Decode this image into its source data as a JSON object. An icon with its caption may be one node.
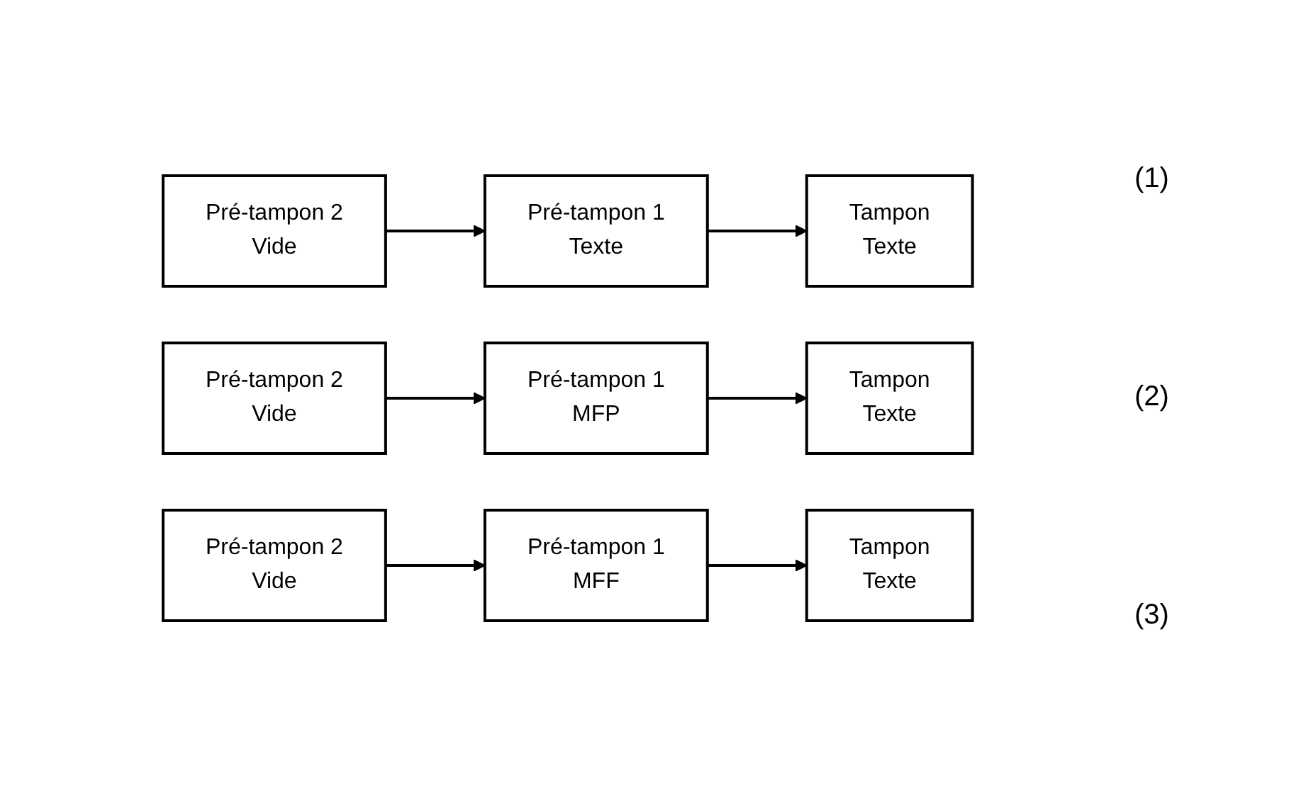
{
  "diagram": {
    "nodes": [
      {
        "text": [
          "Pré-tampon 2",
          "Vide"
        ]
      },
      {
        "text": [
          "Pré-tampon 1",
          "Texte"
        ]
      },
      {
        "text": [
          "Tampon",
          "Texte"
        ]
      },
      {
        "text": [
          "Pré-tampon 2",
          "Vide"
        ]
      },
      {
        "text": [
          "Pré-tampon 1",
          "MFP"
        ]
      },
      {
        "text": [
          "Tampon",
          "Texte"
        ]
      },
      {
        "text": [
          "Pré-tampon 2",
          "Vide"
        ]
      },
      {
        "text": [
          "Pré-tampon 1",
          "MFF"
        ]
      },
      {
        "text": [
          "Tampon",
          "Texte"
        ]
      }
    ],
    "edges": [
      {
        "from": 0,
        "to": 1,
        "arrow": "to"
      },
      {
        "from": 1,
        "to": 2,
        "arrow": "to"
      },
      {
        "from": 3,
        "to": 4,
        "arrow": "to"
      },
      {
        "from": 4,
        "to": 5,
        "arrow": "to"
      },
      {
        "from": 6,
        "to": 7,
        "arrow": "to"
      },
      {
        "from": 7,
        "to": 8,
        "arrow": "to"
      }
    ],
    "labels": [
      "(1)",
      "(2)",
      "(3)"
    ]
  }
}
